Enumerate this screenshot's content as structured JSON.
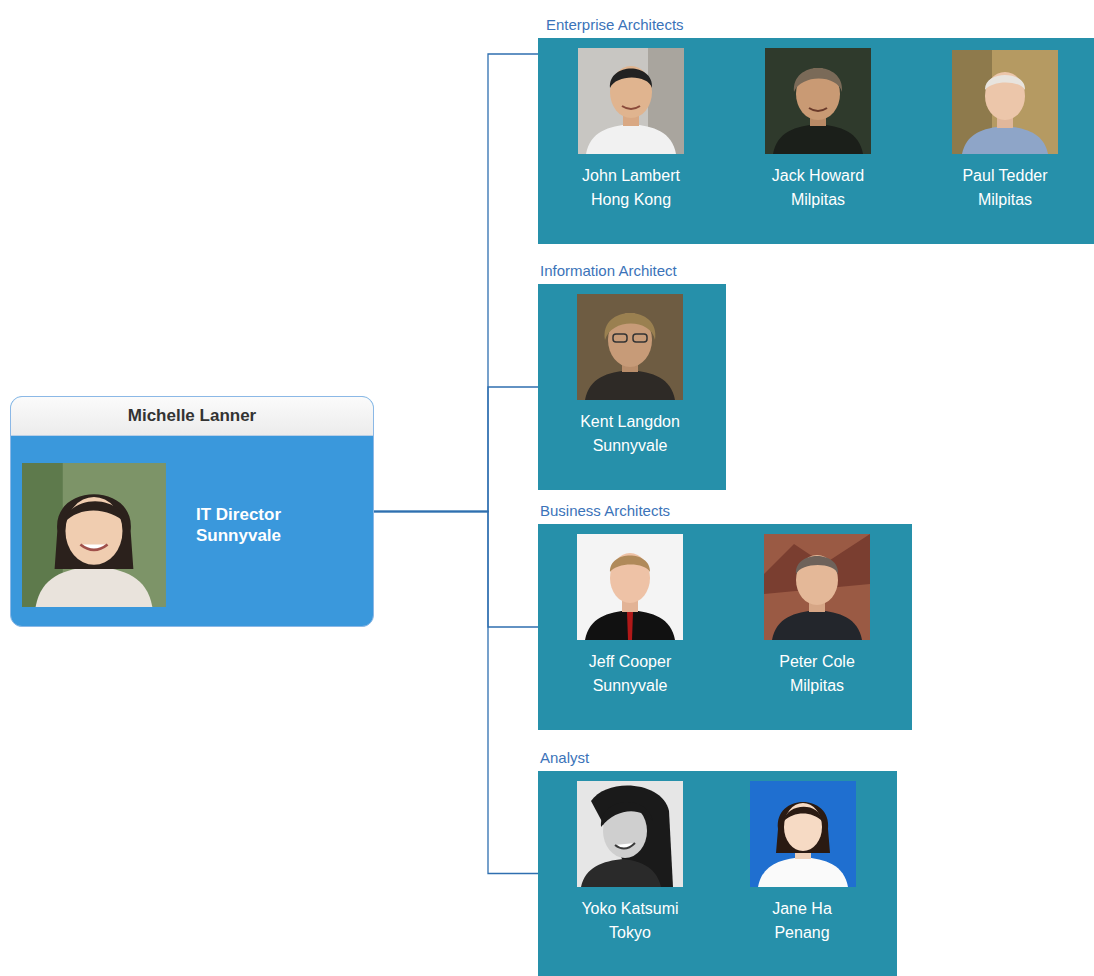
{
  "diagram": {
    "nodes": [
      {
        "text": [
          "Michelle Lanner",
          "IT Director Sunnyvale"
        ]
      },
      {
        "text": [
          "Enterprise Architects"
        ]
      },
      {
        "text": [
          "John Lambert",
          "Hong Kong"
        ],
        "in": 1
      },
      {
        "text": [
          "Jack Howard",
          "Milpitas"
        ],
        "in": 1
      },
      {
        "text": [
          "Paul Tedder",
          "Milpitas"
        ],
        "in": 1
      },
      {
        "text": [
          "Information Architect"
        ]
      },
      {
        "text": [
          "Kent Langdon",
          "Sunnyvale"
        ],
        "in": 5
      },
      {
        "text": [
          "Business Architects"
        ]
      },
      {
        "text": [
          "Jeff Cooper",
          "Sunnyvale"
        ],
        "in": 7
      },
      {
        "text": [
          "Peter Cole",
          "Milpitas"
        ],
        "in": 7
      },
      {
        "text": [
          "Analyst"
        ]
      },
      {
        "text": [
          "Yoko Katsumi",
          "Tokyo"
        ],
        "in": 10
      },
      {
        "text": [
          "Jane Ha",
          "Penang"
        ],
        "in": 10
      }
    ],
    "edges": [
      {
        "from": 0,
        "to": 1,
        "arrow": "none"
      },
      {
        "from": 0,
        "to": 5,
        "arrow": "none"
      },
      {
        "from": 0,
        "to": 7,
        "arrow": "none"
      },
      {
        "from": 0,
        "to": 10,
        "arrow": "none"
      }
    ]
  }
}
